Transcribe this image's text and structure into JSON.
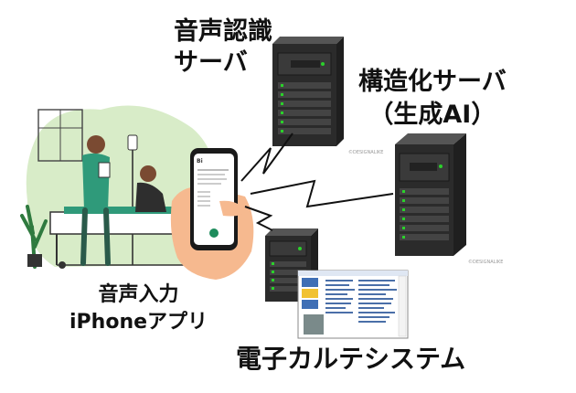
{
  "labels": {
    "asr_server": [
      "音声認識",
      "サーバ"
    ],
    "structuring_server": [
      "構造化サーバ",
      "（生成AI）"
    ],
    "voice_app": [
      "音声入力",
      "iPhoneアプリ"
    ],
    "emr_system": "電子カルテシステム"
  },
  "phone_screen": {
    "logo": "Bi"
  },
  "watermarks": {
    "server_a": "©DESIGNALIKE",
    "server_b": "©DESIGNALIKE"
  },
  "colors": {
    "server_body": "#2b2b2b",
    "server_led": "#2bd12b",
    "scene_bg": "#d8ecc8",
    "scrub": "#2f9a7a",
    "phone_hand": "#f6b98f"
  }
}
